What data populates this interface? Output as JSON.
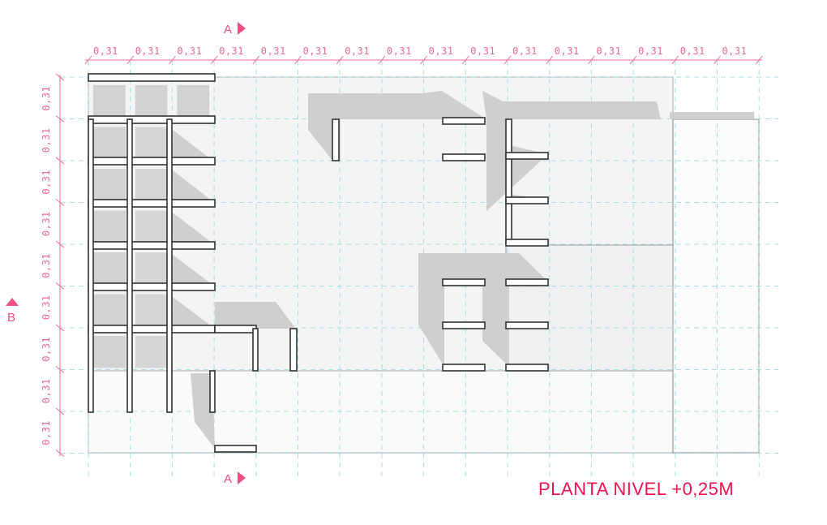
{
  "title": "PLANTA NIVEL +0,25M",
  "dimensions": {
    "top": [
      "0,31",
      "0,31",
      "0,31",
      "0,31",
      "0,31",
      "0,31",
      "0,31",
      "0,31",
      "0,31",
      "0,31",
      "0,31",
      "0,31",
      "0,31",
      "0,31",
      "0,31",
      "0,31"
    ],
    "left": [
      "0,31",
      "0,31",
      "0,31",
      "0,31",
      "0,31",
      "0,31",
      "0,31",
      "0,31",
      "0,31"
    ]
  },
  "section_marks": {
    "a_top": "A",
    "a_bottom": "A",
    "b_left": "B"
  },
  "colors": {
    "accent": "#f0507f",
    "title": "#f0134e",
    "grid": "#a9dde6",
    "structure": "#333333",
    "shadow": "#cfcfcf",
    "slab": "#f3f3f3"
  }
}
